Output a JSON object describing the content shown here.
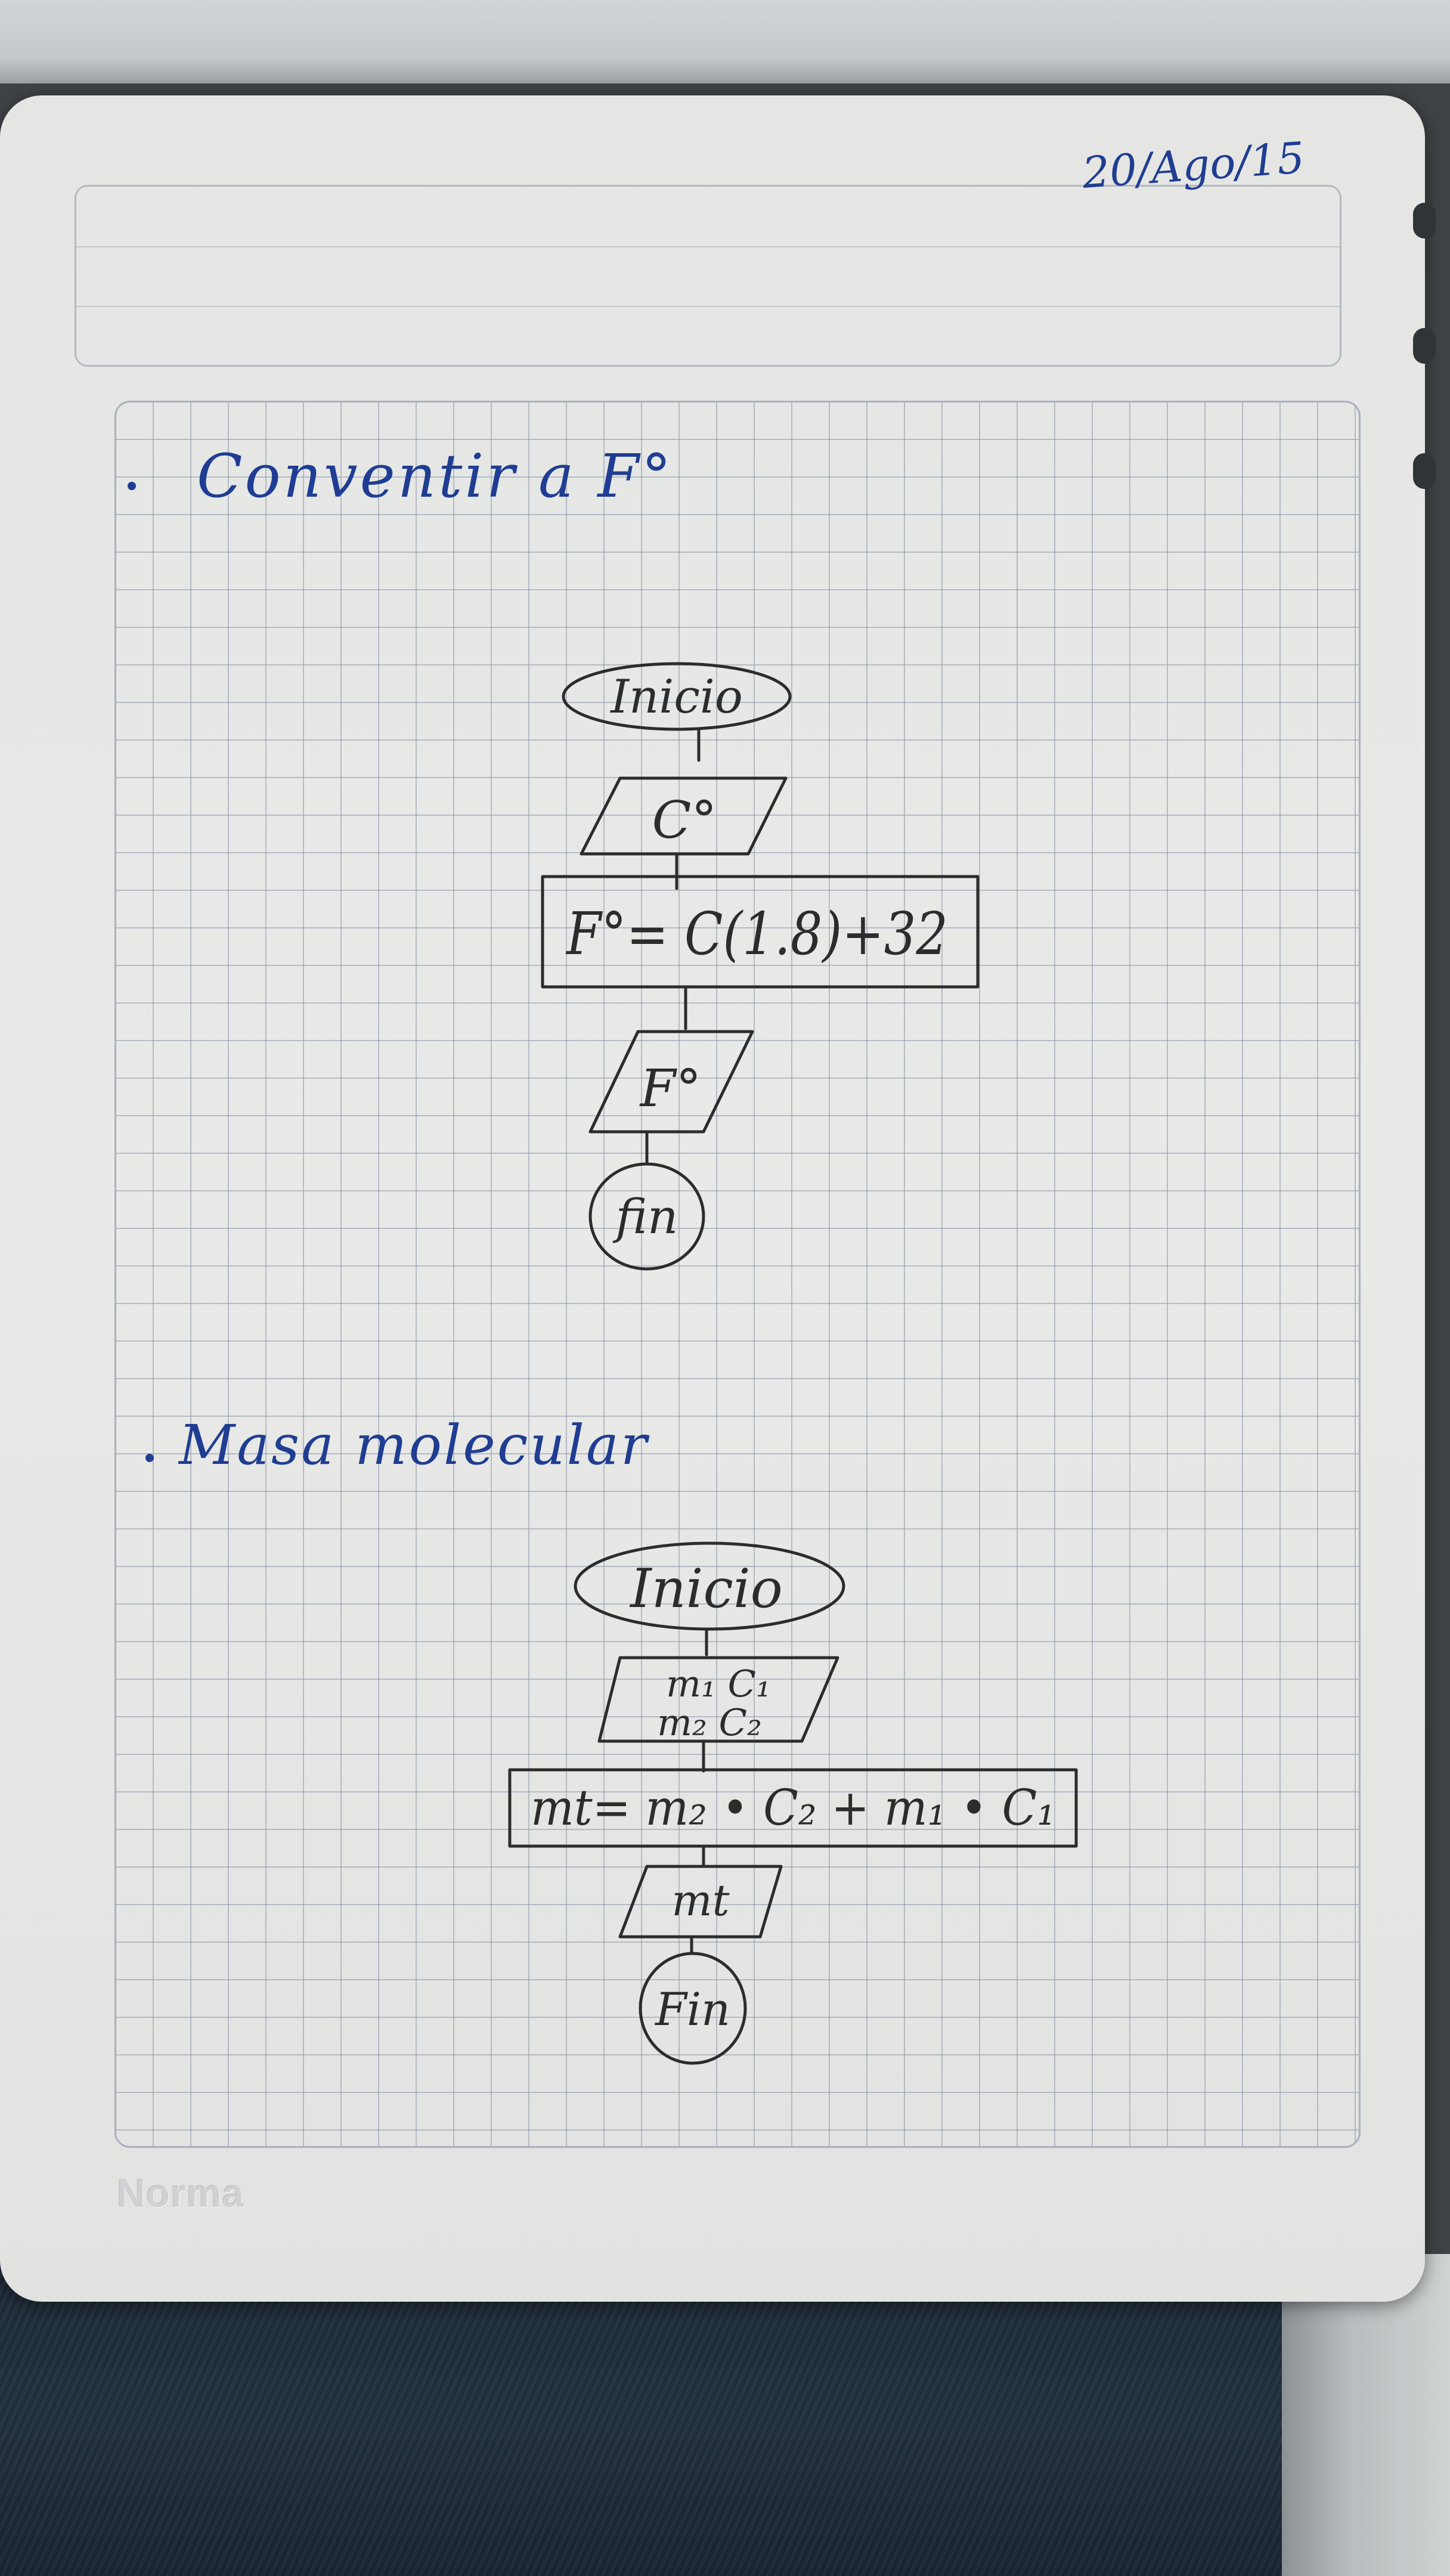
{
  "header": {
    "date": "20/Ago/15"
  },
  "section1": {
    "title": "Conventir a F°",
    "start": "Inicio",
    "input": "C°",
    "process": "F°= C(1.8)+32",
    "output": "F°",
    "end": "fin"
  },
  "section2": {
    "title": "Masa molecular",
    "start": "Inicio",
    "input_line1": "m₁ C₁",
    "input_line2": "m₂ C₂",
    "process": "mt= m₂ • C₂ + m₁ • C₁",
    "output": "mt",
    "end": "Fin"
  },
  "brand": "Norma",
  "colors": {
    "ink_blue": "#1f3d92",
    "pencil": "#2c2c2c",
    "paper": "#e7e8e6",
    "grid": "#a9b0bd"
  }
}
